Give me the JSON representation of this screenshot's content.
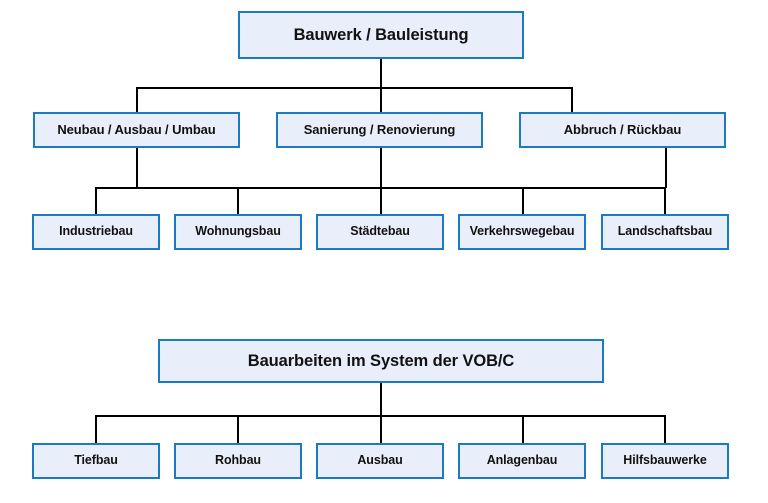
{
  "diagram": {
    "title": "Bauwerk / Bauleistung",
    "background_color": "#ffffff",
    "node_fill_color": "#e9effa",
    "node_border_color": "#1b7ac2",
    "connector_color": "#000000",
    "text_color": "#111111",
    "charts": [
      {
        "id": "tree-bauwerk",
        "root": {
          "label": "Bauwerk / Bauleistung"
        },
        "level2": [
          {
            "label": "Neubau / Ausbau / Umbau"
          },
          {
            "label": "Sanierung / Renovierung"
          },
          {
            "label": "Abbruch / Rückbau"
          }
        ],
        "leaves": [
          {
            "label": "Industriebau"
          },
          {
            "label": "Wohnungsbau"
          },
          {
            "label": "Städtebau"
          },
          {
            "label": "Verkehrswegebau"
          },
          {
            "label": "Landschaftsbau"
          }
        ]
      },
      {
        "id": "tree-vob",
        "root": {
          "label": "Bauarbeiten im System der VOB/C"
        },
        "level2": [],
        "leaves": [
          {
            "label": "Tiefbau"
          },
          {
            "label": "Rohbau"
          },
          {
            "label": "Ausbau"
          },
          {
            "label": "Anlagenbau"
          },
          {
            "label": "Hilfsbauwerke"
          }
        ]
      }
    ]
  }
}
